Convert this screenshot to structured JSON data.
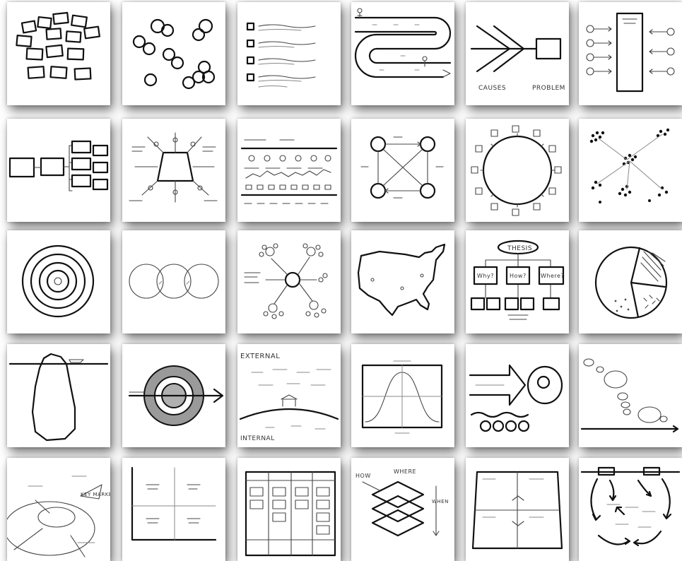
{
  "tiles": [
    {
      "icon": "sticky-notes-cluster-icon"
    },
    {
      "icon": "circles-cluster-icon"
    },
    {
      "icon": "checklist-icon"
    },
    {
      "icon": "winding-road-icon"
    },
    {
      "icon": "fishbone-diagram-icon"
    },
    {
      "icon": "force-field-icon"
    },
    {
      "icon": "tree-diagram-icon"
    },
    {
      "icon": "stakeholder-map-icon"
    },
    {
      "icon": "swimlane-timeline-icon"
    },
    {
      "icon": "four-node-network-icon"
    },
    {
      "icon": "circular-timeline-icon"
    },
    {
      "icon": "dot-clusters-icon"
    },
    {
      "icon": "bullseye-icon"
    },
    {
      "icon": "linked-circles-icon"
    },
    {
      "icon": "mind-map-icon"
    },
    {
      "icon": "us-map-icon"
    },
    {
      "icon": "thesis-tree-icon"
    },
    {
      "icon": "pie-chart-icon"
    },
    {
      "icon": "iceberg-icon"
    },
    {
      "icon": "ring-arrow-icon"
    },
    {
      "icon": "external-internal-landscape-icon"
    },
    {
      "icon": "bell-curve-chart-icon"
    },
    {
      "icon": "arrow-to-target-icon"
    },
    {
      "icon": "ellipse-path-icon"
    },
    {
      "icon": "market-funnel-icon"
    },
    {
      "icon": "two-by-two-matrix-icon"
    },
    {
      "icon": "kanban-board-icon"
    },
    {
      "icon": "stacked-layers-icon"
    },
    {
      "icon": "quadrant-board-icon"
    },
    {
      "icon": "feedback-loop-icon"
    }
  ],
  "labels": {
    "causes": "CAUSES",
    "problem": "PROBLEM",
    "thesis": "THESIS",
    "why": "Why?",
    "how": "How?",
    "where": "Where?",
    "external": "EXTERNAL",
    "internal": "INTERNAL",
    "how2": "HOW",
    "where2": "WHERE",
    "when": "WHEN",
    "key_markets": "KEY MARKETS"
  }
}
